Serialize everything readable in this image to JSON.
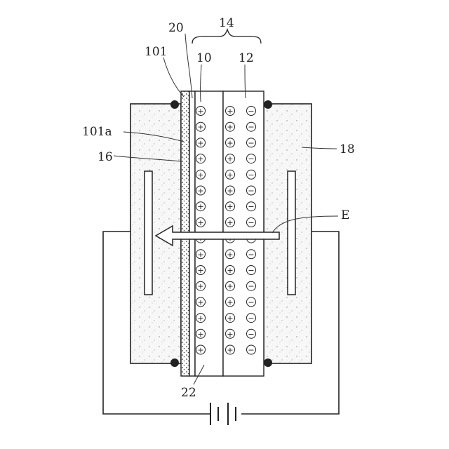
{
  "labels": {
    "module": "14",
    "layer_20": "20",
    "plate_10": "10",
    "plate_12": "12",
    "electrode_101": "101",
    "surface_101a": "101a",
    "region_16": "16",
    "region_18": "18",
    "field_E": "E",
    "bottom_22": "22"
  },
  "charges": {
    "left_column": "+",
    "middle_column": "+",
    "right_column": "−",
    "rows": 16
  },
  "field_arrow": {
    "direction": "left"
  },
  "icons": {
    "dots": "contact-dot-icon",
    "battery": "battery-icon"
  },
  "colors": {
    "ink": "#222222",
    "fill_speckle": "#f4f4f4",
    "background": "#ffffff"
  }
}
